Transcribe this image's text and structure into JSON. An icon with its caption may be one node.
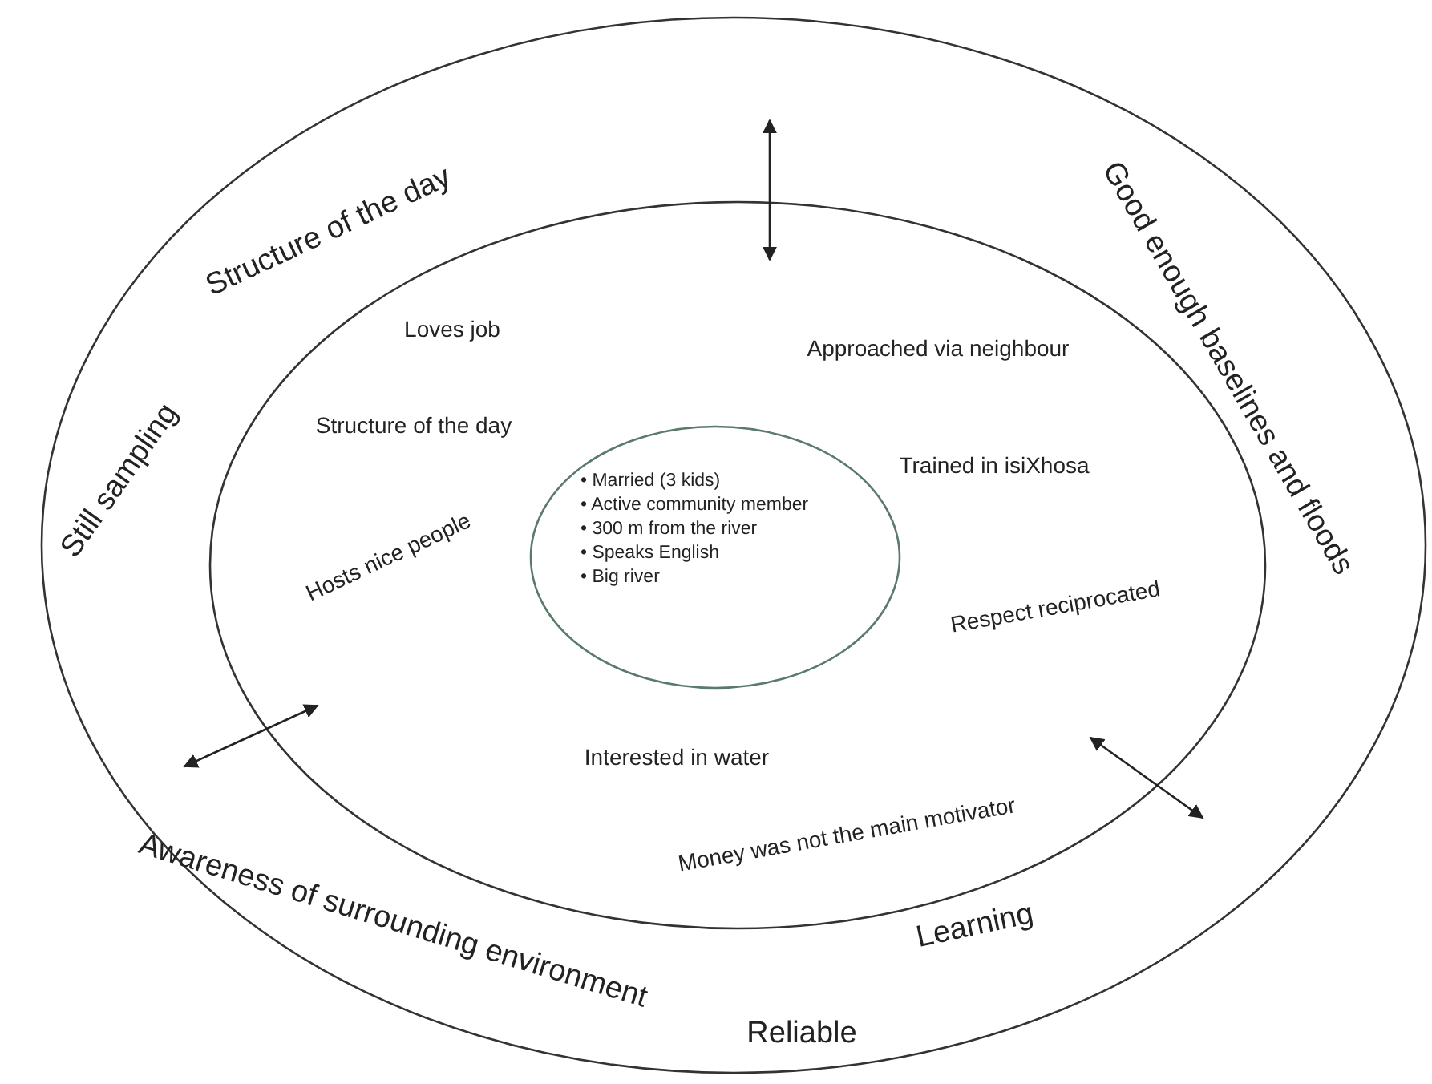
{
  "diagram": {
    "nodes": [
      {
        "text": [
          "Structure of the day",
          "Good enough baselines and floods",
          "Still sampling",
          "Awareness of surrounding environment",
          "Learning",
          "Reliable"
        ]
      },
      {
        "text": [
          "Loves job",
          "Approached via neighbour",
          "Structure of the day",
          "Trained in isiXhosa",
          "Hosts nice people",
          "Respect reciprocated",
          "Interested in water",
          "Money was not the main motivator"
        ],
        "in": 0
      },
      {
        "text": [
          "• Married (3 kids)",
          "• Active community member",
          "• 300 m from the river",
          "• Speaks English",
          "• Big river"
        ],
        "in": 1
      }
    ]
  }
}
